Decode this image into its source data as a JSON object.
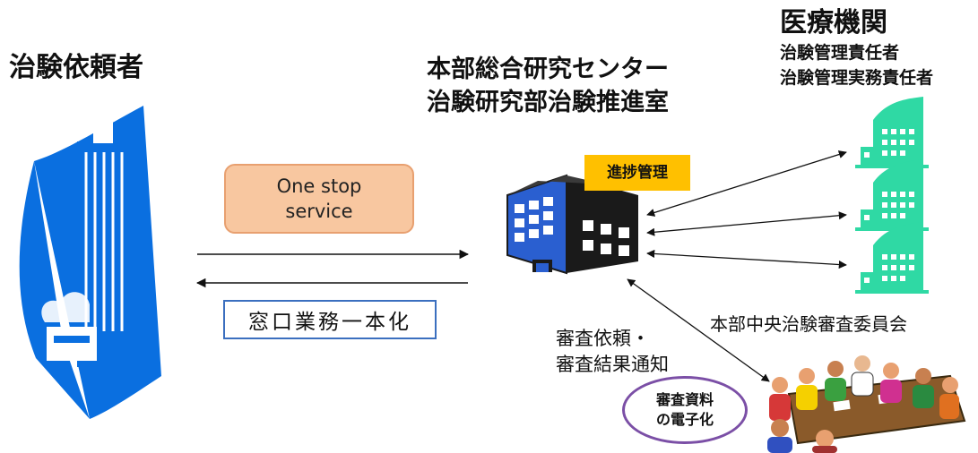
{
  "sponsor": {
    "title": "治験依頼者"
  },
  "center": {
    "line1": "本部総合研究センター",
    "line2": "治験研究部治験推進室",
    "progress_label": "進捗管理"
  },
  "hospitals": {
    "title": "医療機関",
    "role1": "治験管理責任者",
    "role2": "治験管理実務責任者"
  },
  "one_stop": {
    "line1": "One stop",
    "line2": "service"
  },
  "window": {
    "label": "窓口業務一本化"
  },
  "review_request": {
    "line1": "審査依頼・",
    "line2": "審査結果通知"
  },
  "committee": {
    "label": "本部中央治験審査委員会"
  },
  "digitize": {
    "line1": "審査資料",
    "line2": "の電子化"
  },
  "colors": {
    "sponsor_blue": "#0a6fe0",
    "hospital_green": "#2fd9a4",
    "orange_box": "#f8c7a0",
    "progress_bg": "#ffc000",
    "window_border": "#3b6fbf",
    "digitize_border": "#7b4fa6"
  }
}
